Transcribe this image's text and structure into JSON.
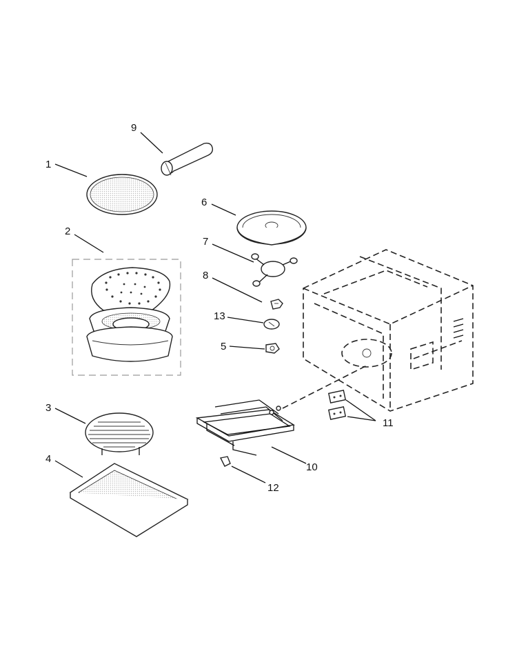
{
  "diagram": {
    "colors": {
      "line": "#111111",
      "background": "#ffffff",
      "mesh": "#bdbdbd"
    },
    "callouts": [
      {
        "id": "c1",
        "label": "1"
      },
      {
        "id": "c2",
        "label": "2"
      },
      {
        "id": "c3",
        "label": "3"
      },
      {
        "id": "c4",
        "label": "4"
      },
      {
        "id": "c5",
        "label": "5"
      },
      {
        "id": "c6",
        "label": "6"
      },
      {
        "id": "c7",
        "label": "7"
      },
      {
        "id": "c8",
        "label": "8"
      },
      {
        "id": "c9",
        "label": "9"
      },
      {
        "id": "c10",
        "label": "10"
      },
      {
        "id": "c11",
        "label": "11"
      },
      {
        "id": "c12",
        "label": "12"
      },
      {
        "id": "c13",
        "label": "13"
      }
    ]
  }
}
